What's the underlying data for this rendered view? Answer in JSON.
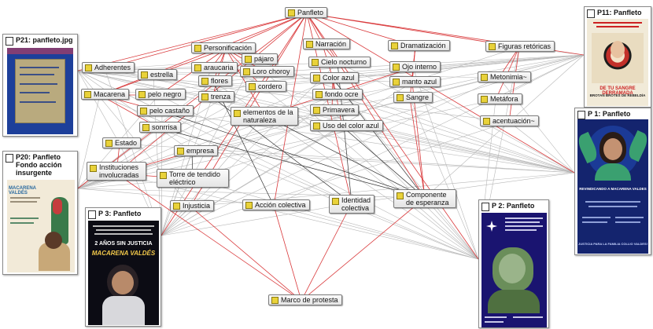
{
  "codes": {
    "panfleto": "Panfleto",
    "personificacion": "Personificación",
    "narracion": "Narración",
    "dramatizacion": "Dramatización",
    "figuras": "Figuras retóricas",
    "adherentes": "Adherentes",
    "estrella": "estrella",
    "araucaria": "araucaria",
    "pajaro": "pájaro",
    "loro": "Loro choroy",
    "cielo": "Cielo nocturno",
    "ojo": "Ojo interno",
    "macarena": "Macarena",
    "pelo_negro": "pelo negro",
    "flores": "flores",
    "cordero": "cordero",
    "color_azul": "Color azul",
    "manto": "manto azul",
    "metonimia": "Metonimia~",
    "metafora": "Metáfora",
    "pelo_castano": "pelo castaño",
    "trenza": "trenza",
    "elementos": "elementos de la naturaleza",
    "fondo_ocre": "fondo ocre",
    "sangre": "Sangre",
    "primavera": "Primavera",
    "uso_azul": "Uso del color azul",
    "acentuacion": "acentuación~",
    "sonrrisa": "sonrrisa",
    "estado": "Estado",
    "empresa": "empresa",
    "instituciones": "Instituciones involucradas",
    "torre": "Torre de tendido eléctrico",
    "injusticia": "Injusticia",
    "accion": "Acción colectiva",
    "identidad": "Identidad colectiva",
    "componente": "Componente de esperanza",
    "marco": "Marco de protesta"
  },
  "documents": {
    "p21": {
      "title": "P21: panfleto.jpg"
    },
    "p20": {
      "title": "P20: Panfleto Fondo acción insurgente",
      "poster_name": "MACARENA VALDÉS"
    },
    "p3": {
      "title": "P 3: Panfleto",
      "poster_big": "2 AÑOS SIN JUSTICIA",
      "poster_name": "MACARENA VALDÉS"
    },
    "p11": {
      "title": "P11: Panfleto",
      "poster_big": "DE TU SANGRE DERRAMADA",
      "poster_sub": "BROTAN BROTES DE REBELDÍA"
    },
    "p1": {
      "title": "P 1: Panfleto",
      "poster_text": "REVINDICANDO A MACARENA VALDES",
      "poster_footer": "JUSTICIA PARA LA FAMILIA COLLIO VALDES!"
    },
    "p2": {
      "title": "P 2: Panfleto"
    }
  },
  "colors": {
    "red_link": "#d9383a",
    "grey_link": "#b8b8b8",
    "dark_link": "#333333",
    "code_icon": "#e9d23a"
  }
}
